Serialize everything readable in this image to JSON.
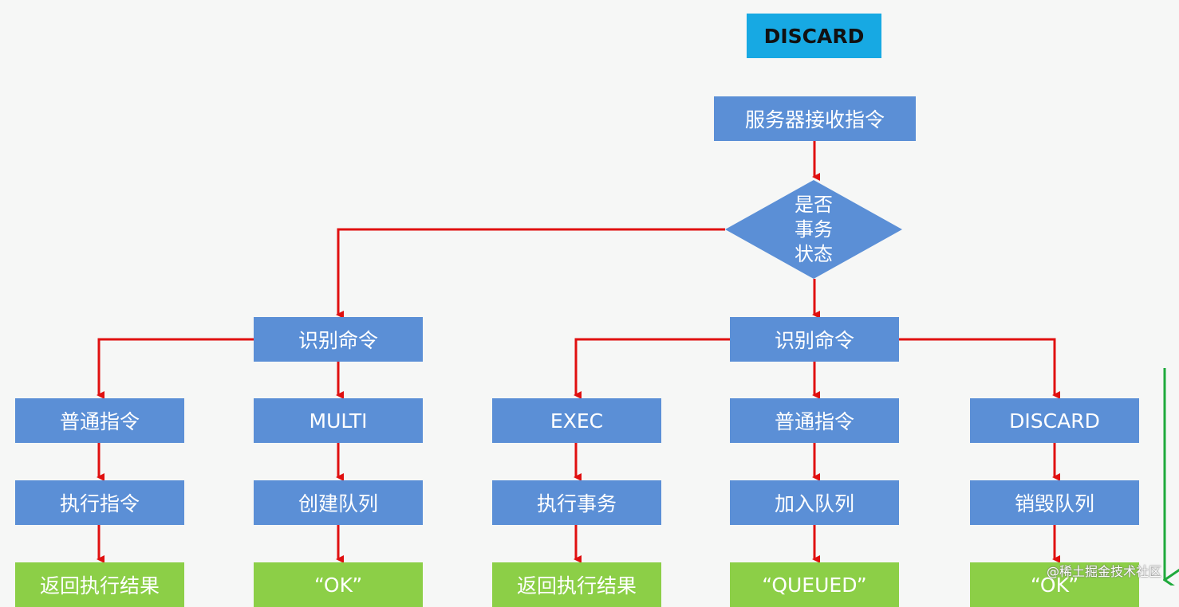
{
  "title": "DISCARD",
  "start": "服务器接收指令",
  "decision": [
    "是否",
    "事务",
    "状态"
  ],
  "identify_left": "识别命令",
  "identify_right": "识别命令",
  "columns": [
    {
      "command": "普通指令",
      "action": "执行指令",
      "result": "返回执行结果"
    },
    {
      "command": "MULTI",
      "action": "创建队列",
      "result": "“OK”"
    },
    {
      "command": "EXEC",
      "action": "执行事务",
      "result": "返回执行结果"
    },
    {
      "command": "普通指令",
      "action": "加入队列",
      "result": "“QUEUED”"
    },
    {
      "command": "DISCARD",
      "action": "销毁队列",
      "result": "“OK”"
    }
  ],
  "watermark": "@稀土掘金技术社区",
  "colors": {
    "box": "#5b8fd6",
    "result": "#8ccf47",
    "arrow": "#e01010",
    "title_bg": "#17a9e3"
  }
}
